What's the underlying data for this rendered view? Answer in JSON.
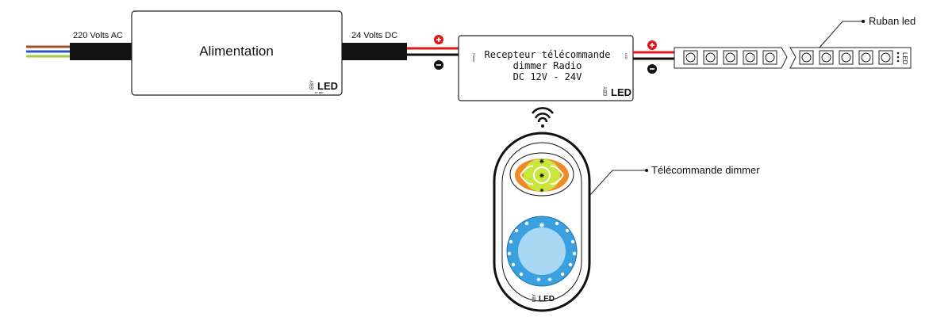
{
  "wiring": {
    "ac_label": "220 Volts AC",
    "dc_label": "24 Volts DC",
    "psu_title": "Alimentation",
    "receiver_title_1": "Recepteur télécommande",
    "receiver_title_2": "dimmer Radio",
    "receiver_title_3": "DC 12V - 24V",
    "receiver_power_port": "Power",
    "receiver_led_port": "LED",
    "strip_label": "Ruban led",
    "remote_label": "Télécommande dimmer",
    "brand_logo": "LED"
  },
  "colors": {
    "cable": "#111111",
    "wire_positive": "#e01818",
    "wire_negative": "#111111",
    "ac_brown": "#a0522d",
    "ac_blue": "#2f55c8",
    "ac_green_yellow": "#9ccf3a",
    "remote_green": "#c8e63c",
    "remote_orange": "#f08a24",
    "remote_blue": "#3aa0e0",
    "remote_light_blue": "#a9d8f2"
  },
  "icons": [
    "plus-icon",
    "minus-icon",
    "wifi-icon",
    "sun-icon",
    "led-chip-icon",
    "logo-icon"
  ]
}
